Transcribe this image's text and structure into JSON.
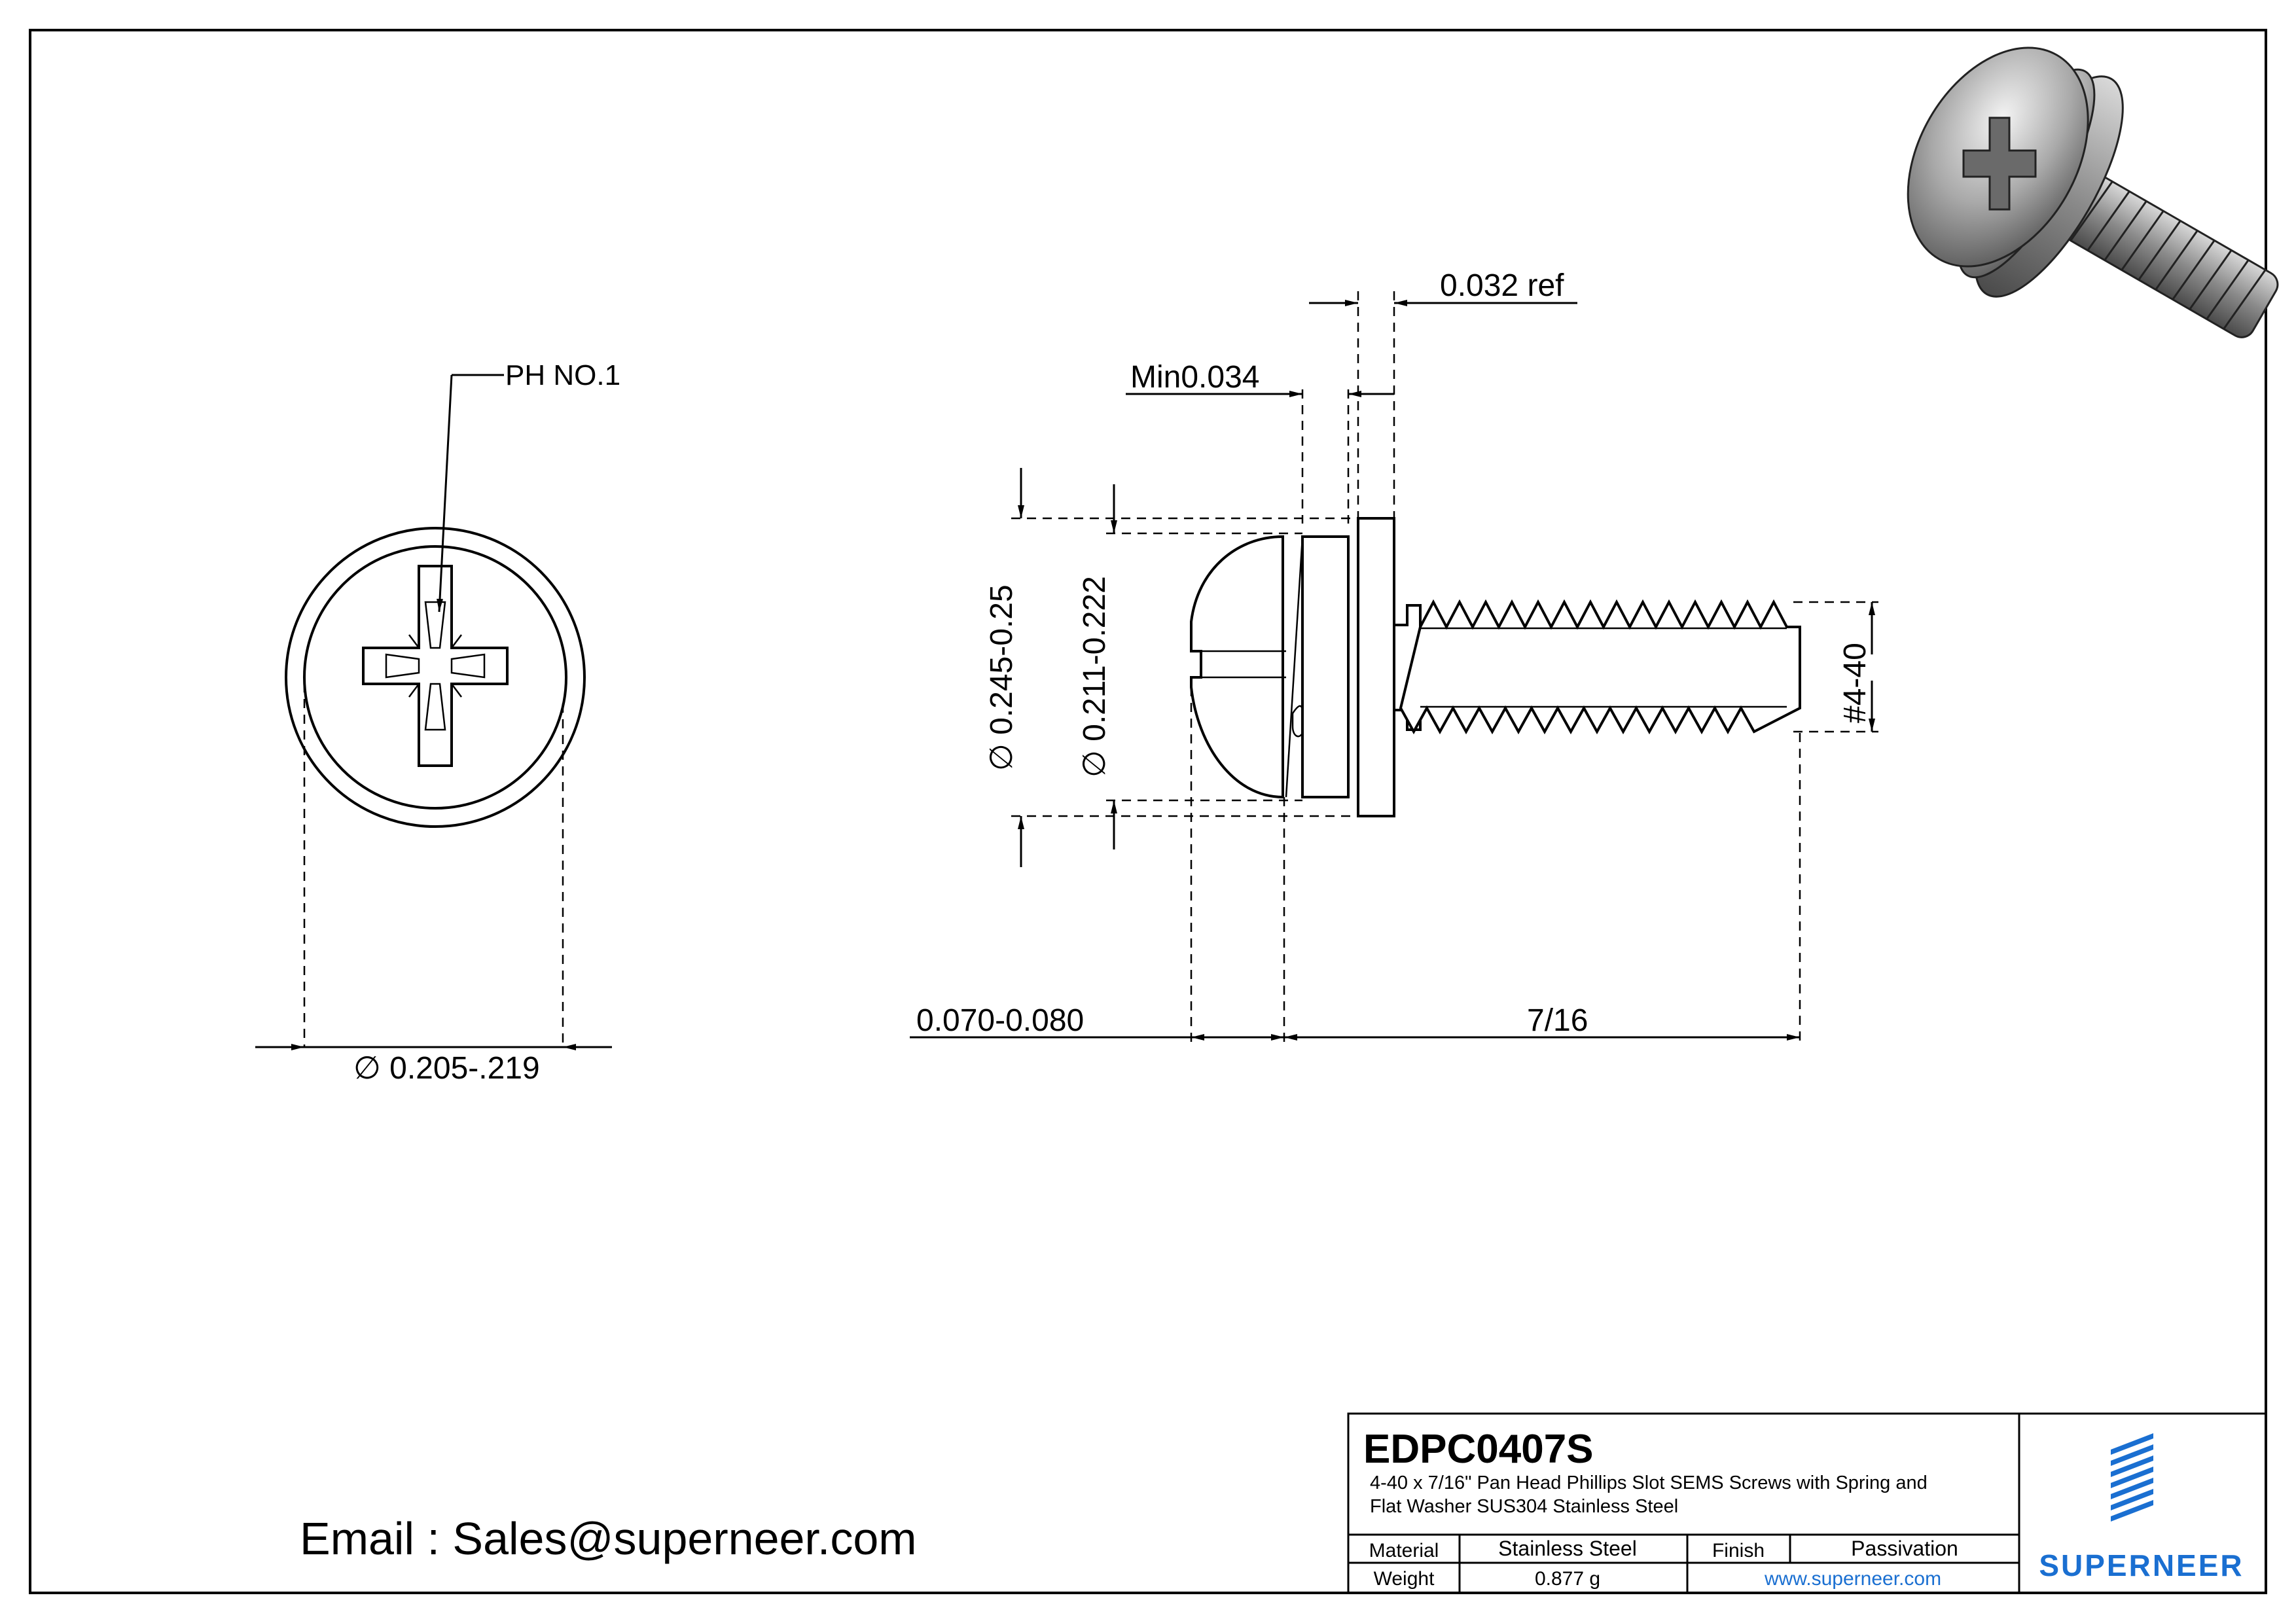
{
  "drawing": {
    "callout_phillips": "PH NO.1",
    "dia_head": "∅ 0.205-.219",
    "dim_ref": "0.032 ref",
    "dim_min": "Min0.034",
    "dia_washer_outer": "∅ 0.245-0.25",
    "dia_washer_inner": "∅ 0.211-0.222",
    "thread": "#4-40",
    "head_height": "0.070-0.080",
    "length": "7/16"
  },
  "email": "Email : Sales@superneer.com",
  "title_block": {
    "part_number": "EDPC0407S",
    "description_line1": "4-40 x 7/16\" Pan Head Phillips Slot SEMS Screws with Spring and",
    "description_line2": "Flat Washer SUS304 Stainless Steel",
    "material_label": "Material",
    "material_value": "Stainless Steel",
    "finish_label": "Finish",
    "finish_value": "Passivation",
    "weight_label": "Weight",
    "weight_value": "0.877 g",
    "website": "www.superneer.com",
    "brand": "SUPERNEER",
    "brand_color": "#1a6fd1"
  },
  "icons": {
    "logo": "superneer-stripes-logo",
    "render": "screw-3d-render-icon"
  }
}
